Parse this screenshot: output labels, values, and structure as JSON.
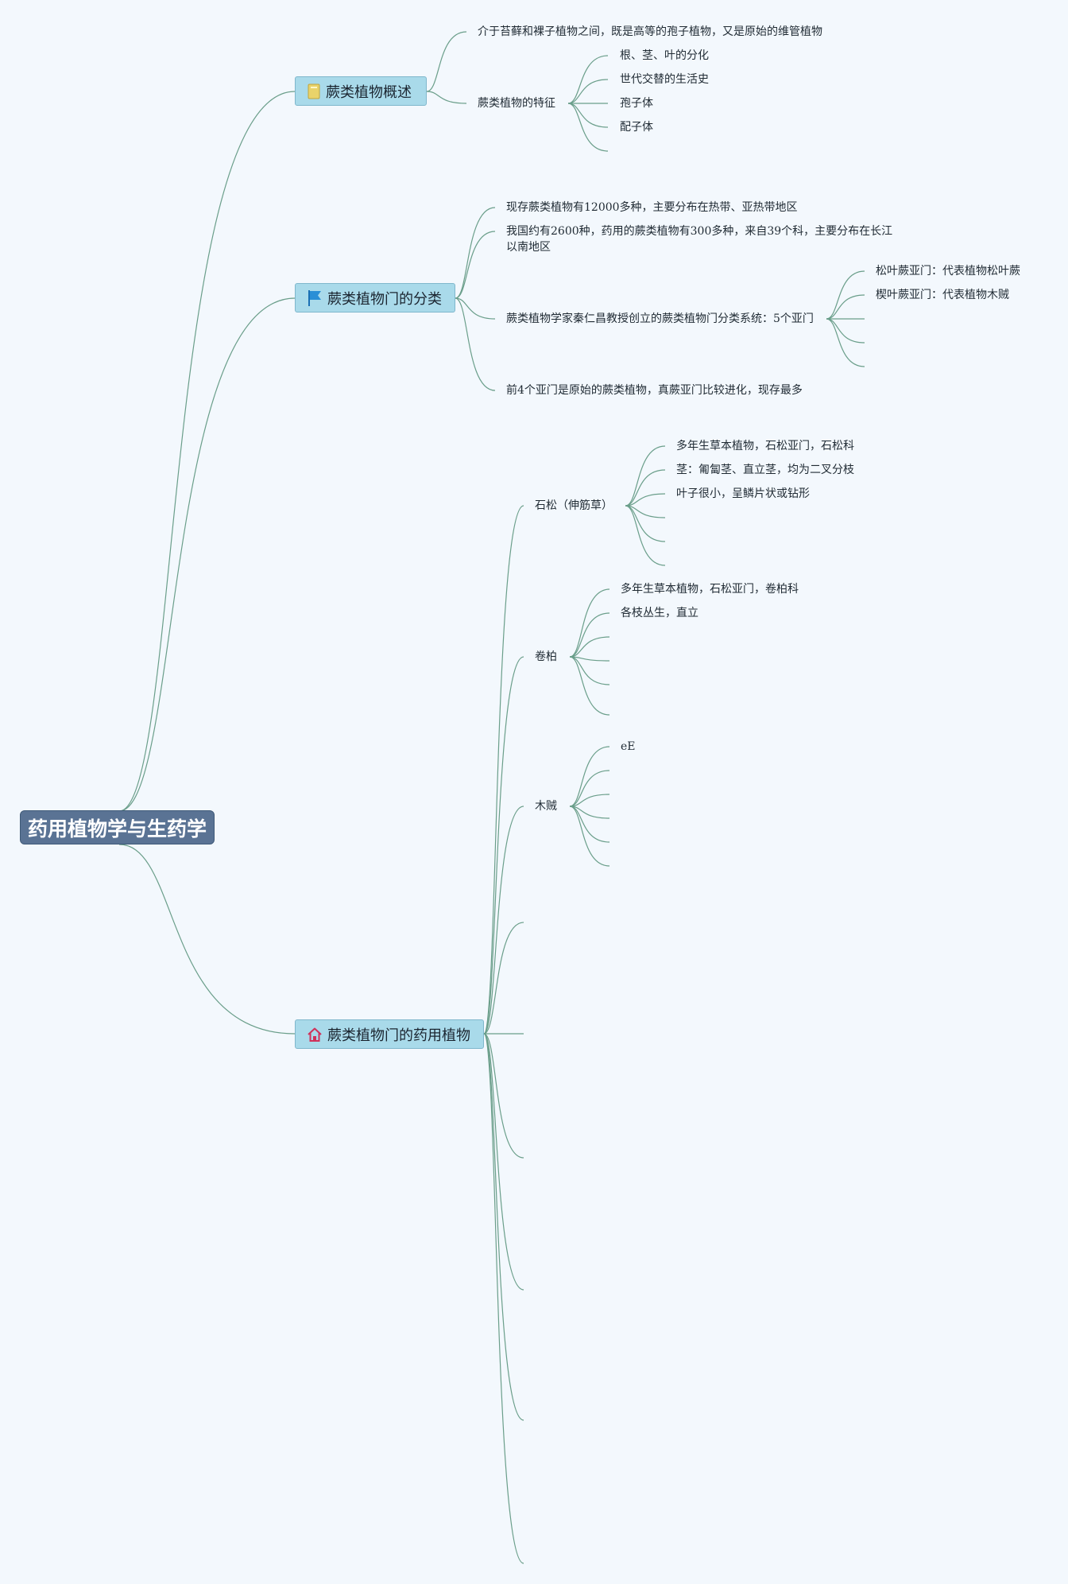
{
  "root": {
    "title": "药用植物学与生药学"
  },
  "branches": [
    {
      "label": "蕨类植物概述",
      "icon": "book-icon",
      "children": [
        {
          "text": "介于苔藓和裸子植物之间，既是高等的孢子植物，又是原始的维管植物"
        },
        {
          "text": "蕨类植物的特征",
          "children": [
            "根、茎、叶的分化",
            "世代交替的生活史",
            "孢子体",
            "配子体"
          ]
        }
      ]
    },
    {
      "label": "蕨类植物门的分类",
      "icon": "flag-icon",
      "children": [
        {
          "text": "现存蕨类植物有12000多种，主要分布在热带、亚热带地区"
        },
        {
          "text": "我国约有2600种，药用的蕨类植物有300多种，来自39个科，主要分布在长江以南地区"
        },
        {
          "text": "蕨类植物学家秦仁昌教授创立的蕨类植物门分类系统：5个亚门",
          "children": [
            "松叶蕨亚门：代表植物松叶蕨",
            "楔叶蕨亚门：代表植物木贼"
          ]
        },
        {
          "text": "前4个亚门是原始的蕨类植物，真蕨亚门比较进化，现存最多"
        }
      ]
    },
    {
      "label": "蕨类植物门的药用植物",
      "icon": "house-icon",
      "children": [
        {
          "text": "石松（伸筋草）",
          "children": [
            "多年生草本植物，石松亚门，石松科",
            "茎：匍匐茎、直立茎，均为二叉分枝",
            "叶子很小，呈鳞片状或钻形"
          ]
        },
        {
          "text": "卷柏",
          "children": [
            "多年生草本植物，石松亚门，卷柏科",
            "各枝丛生，直立"
          ]
        },
        {
          "text": "木贼",
          "children": [
            "eE"
          ]
        }
      ]
    }
  ],
  "colors": {
    "background": "#f3f8fd",
    "root_fill": "#5a7394",
    "branch_fill": "#a9daea",
    "connector": "#6a9e8a"
  }
}
